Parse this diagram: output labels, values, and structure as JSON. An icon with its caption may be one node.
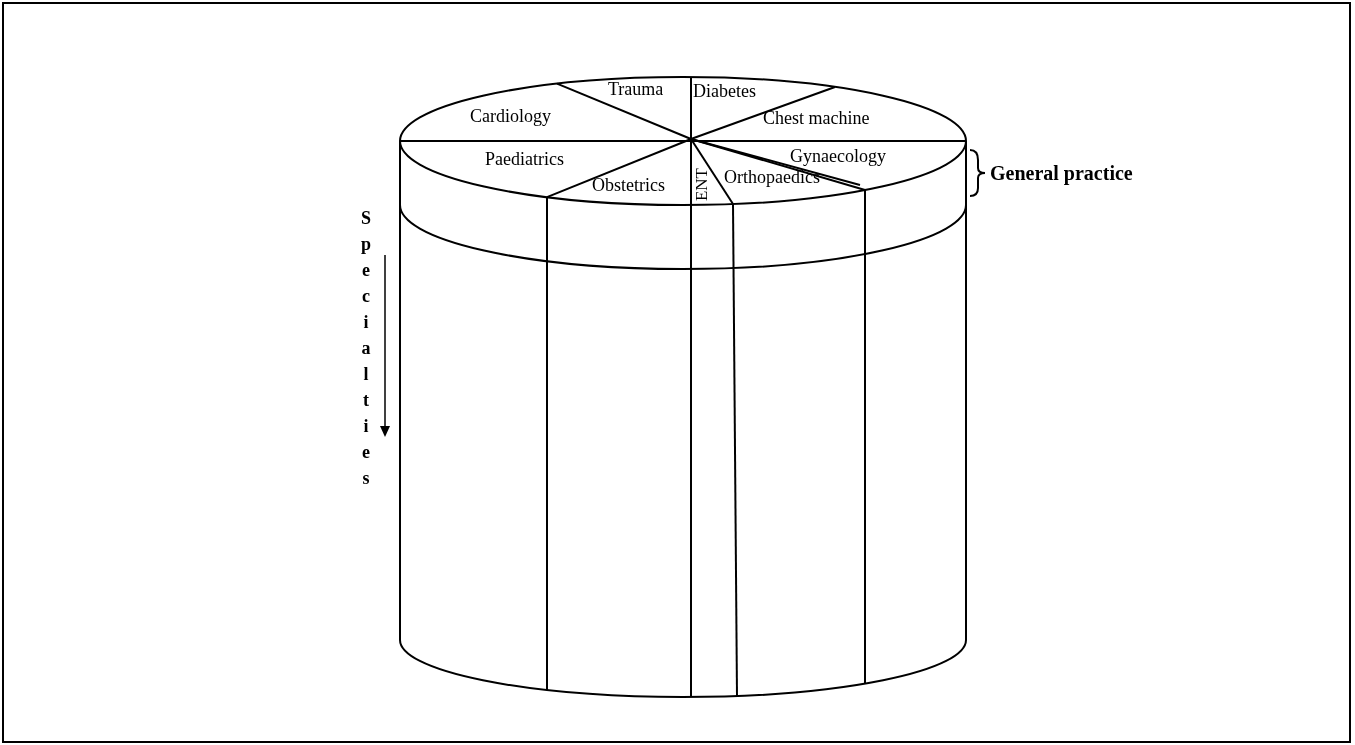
{
  "diagram": {
    "nodes": [
      {
        "text": [
          "Trauma"
        ]
      },
      {
        "text": [
          "Diabetes"
        ]
      },
      {
        "text": [
          "Cardiology"
        ]
      },
      {
        "text": [
          "Chest machine"
        ]
      },
      {
        "text": [
          "Paediatrics"
        ]
      },
      {
        "text": [
          "Gynaecology"
        ]
      },
      {
        "text": [
          "Obstetrics"
        ]
      },
      {
        "text": [
          "ENT"
        ]
      },
      {
        "text": [
          "Orthopaedics"
        ]
      }
    ],
    "edges": [],
    "labels": [
      "General practice",
      "Specialties"
    ]
  }
}
